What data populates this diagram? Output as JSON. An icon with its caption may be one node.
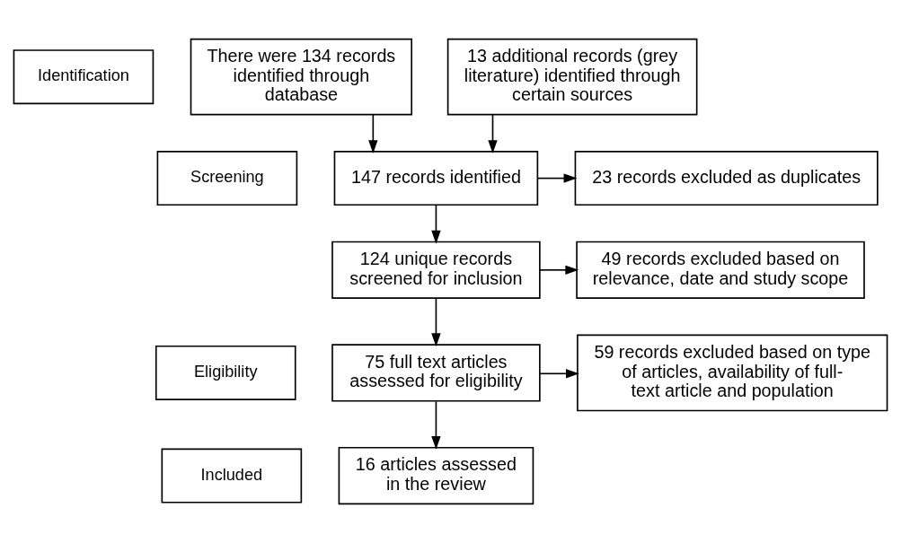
{
  "diagram": {
    "nodes": [
      {
        "text": [
          "Identification"
        ]
      },
      {
        "text": [
          "Screening"
        ]
      },
      {
        "text": [
          "Eligibility"
        ]
      },
      {
        "text": [
          "Included"
        ]
      },
      {
        "text": [
          "There were 134 records identified through database"
        ]
      },
      {
        "text": [
          "13 additional records (grey literature) identified through certain sources"
        ]
      },
      {
        "text": [
          "147 records identified"
        ]
      },
      {
        "text": [
          "23 records excluded as duplicates"
        ]
      },
      {
        "text": [
          "124 unique records screened for inclusion"
        ]
      },
      {
        "text": [
          "49 records excluded based on relevance, date and study scope"
        ]
      },
      {
        "text": [
          "75 full text articles assessed for eligibility"
        ]
      },
      {
        "text": [
          "59 records excluded based on type of articles, availability of full-text article and population"
        ]
      },
      {
        "text": [
          "16 articles assessed in the review"
        ]
      }
    ],
    "edges": [
      {
        "from": 4,
        "to": 6,
        "arrow": "to"
      },
      {
        "from": 5,
        "to": 6,
        "arrow": "to"
      },
      {
        "from": 6,
        "to": 7,
        "arrow": "to"
      },
      {
        "from": 6,
        "to": 8,
        "arrow": "to"
      },
      {
        "from": 8,
        "to": 9,
        "arrow": "to"
      },
      {
        "from": 8,
        "to": 10,
        "arrow": "to"
      },
      {
        "from": 10,
        "to": 11,
        "arrow": "to"
      },
      {
        "from": 10,
        "to": 12,
        "arrow": "to"
      }
    ]
  }
}
